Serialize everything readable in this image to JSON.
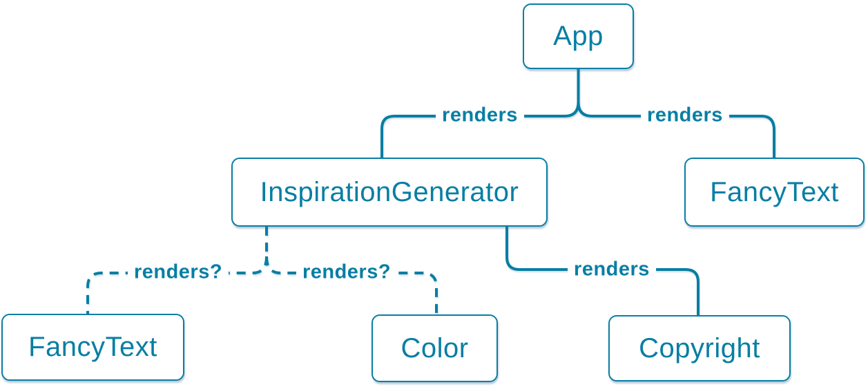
{
  "diagram": {
    "description": "React component render tree with conditional rendering",
    "accent_color": "#087ea4",
    "background_color": "#ffffff",
    "nodes": [
      {
        "id": "app",
        "label": "App"
      },
      {
        "id": "inspiration-generator",
        "label": "InspirationGenerator"
      },
      {
        "id": "fancy-text-top",
        "label": "FancyText"
      },
      {
        "id": "fancy-text-bottom",
        "label": "FancyText"
      },
      {
        "id": "color",
        "label": "Color"
      },
      {
        "id": "copyright",
        "label": "Copyright"
      }
    ],
    "edges": [
      {
        "from": "App",
        "to": "InspirationGenerator",
        "label": "renders",
        "style": "solid"
      },
      {
        "from": "App",
        "to": "FancyText",
        "label": "renders",
        "style": "solid"
      },
      {
        "from": "InspirationGenerator",
        "to": "FancyText",
        "label": "renders?",
        "style": "dashed"
      },
      {
        "from": "InspirationGenerator",
        "to": "Color",
        "label": "renders?",
        "style": "dashed"
      },
      {
        "from": "InspirationGenerator",
        "to": "Copyright",
        "label": "renders",
        "style": "solid"
      }
    ]
  }
}
